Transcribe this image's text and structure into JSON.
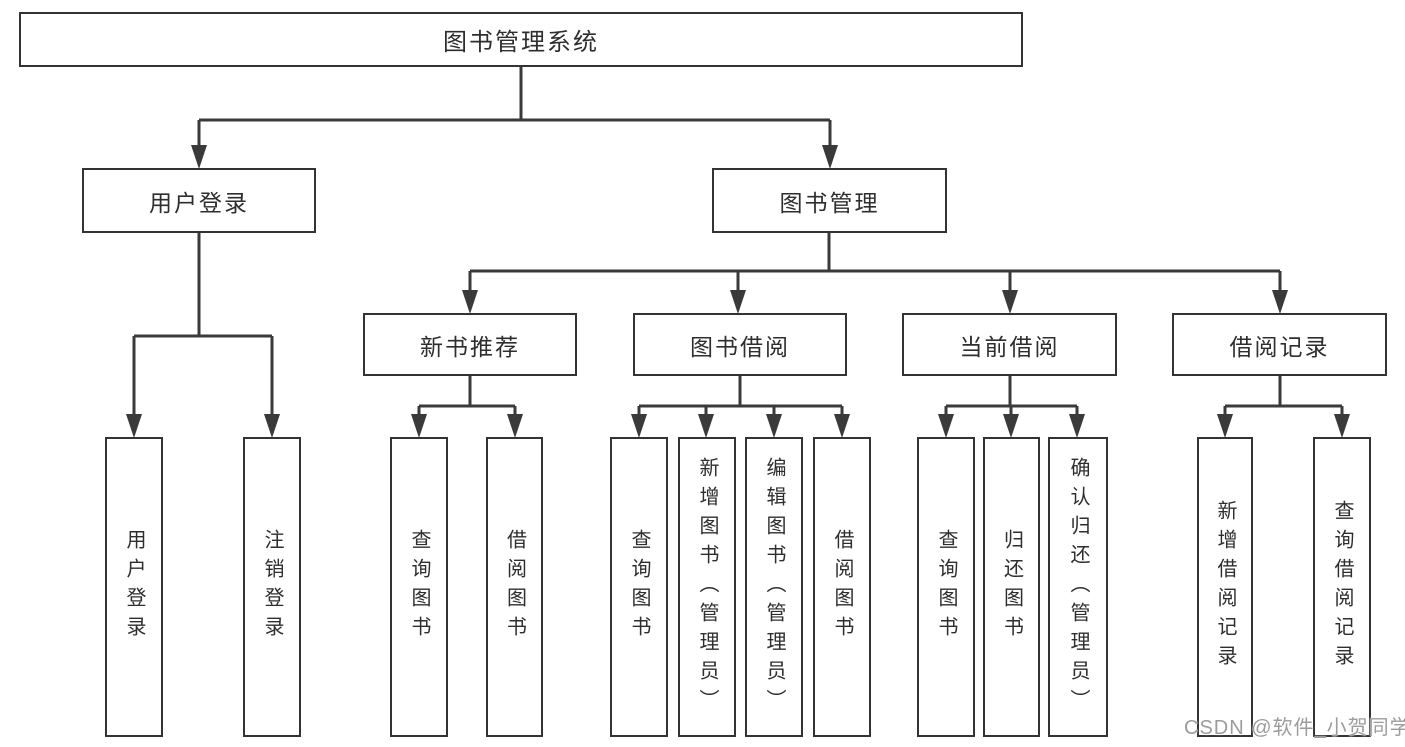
{
  "diagram": {
    "root": {
      "label": "图书管理系统"
    },
    "branches": [
      {
        "label": "用户登录",
        "children": [
          {
            "label": "用户登录"
          },
          {
            "label": "注销登录"
          }
        ]
      },
      {
        "label": "图书管理",
        "children": [
          {
            "label": "新书推荐",
            "children": [
              {
                "label": "查询图书"
              },
              {
                "label": "借阅图书"
              }
            ]
          },
          {
            "label": "图书借阅",
            "children": [
              {
                "label": "查询图书"
              },
              {
                "label": "新增图书（管理员）"
              },
              {
                "label": "编辑图书（管理员）"
              },
              {
                "label": "借阅图书"
              }
            ]
          },
          {
            "label": "当前借阅",
            "children": [
              {
                "label": "查询图书"
              },
              {
                "label": "归还图书"
              },
              {
                "label": "确认归还（管理员）"
              }
            ]
          },
          {
            "label": "借阅记录",
            "children": [
              {
                "label": "新增借阅记录"
              },
              {
                "label": "查询借阅记录"
              }
            ]
          }
        ]
      }
    ]
  },
  "watermark": {
    "text": "CSDN @软件_小贺同学"
  },
  "colors": {
    "background": "#ffffff",
    "box_border": "#333333",
    "connector_line": "#3a3a3a",
    "text": "#2e2e2e",
    "watermark_text": "#9c9c9c"
  }
}
